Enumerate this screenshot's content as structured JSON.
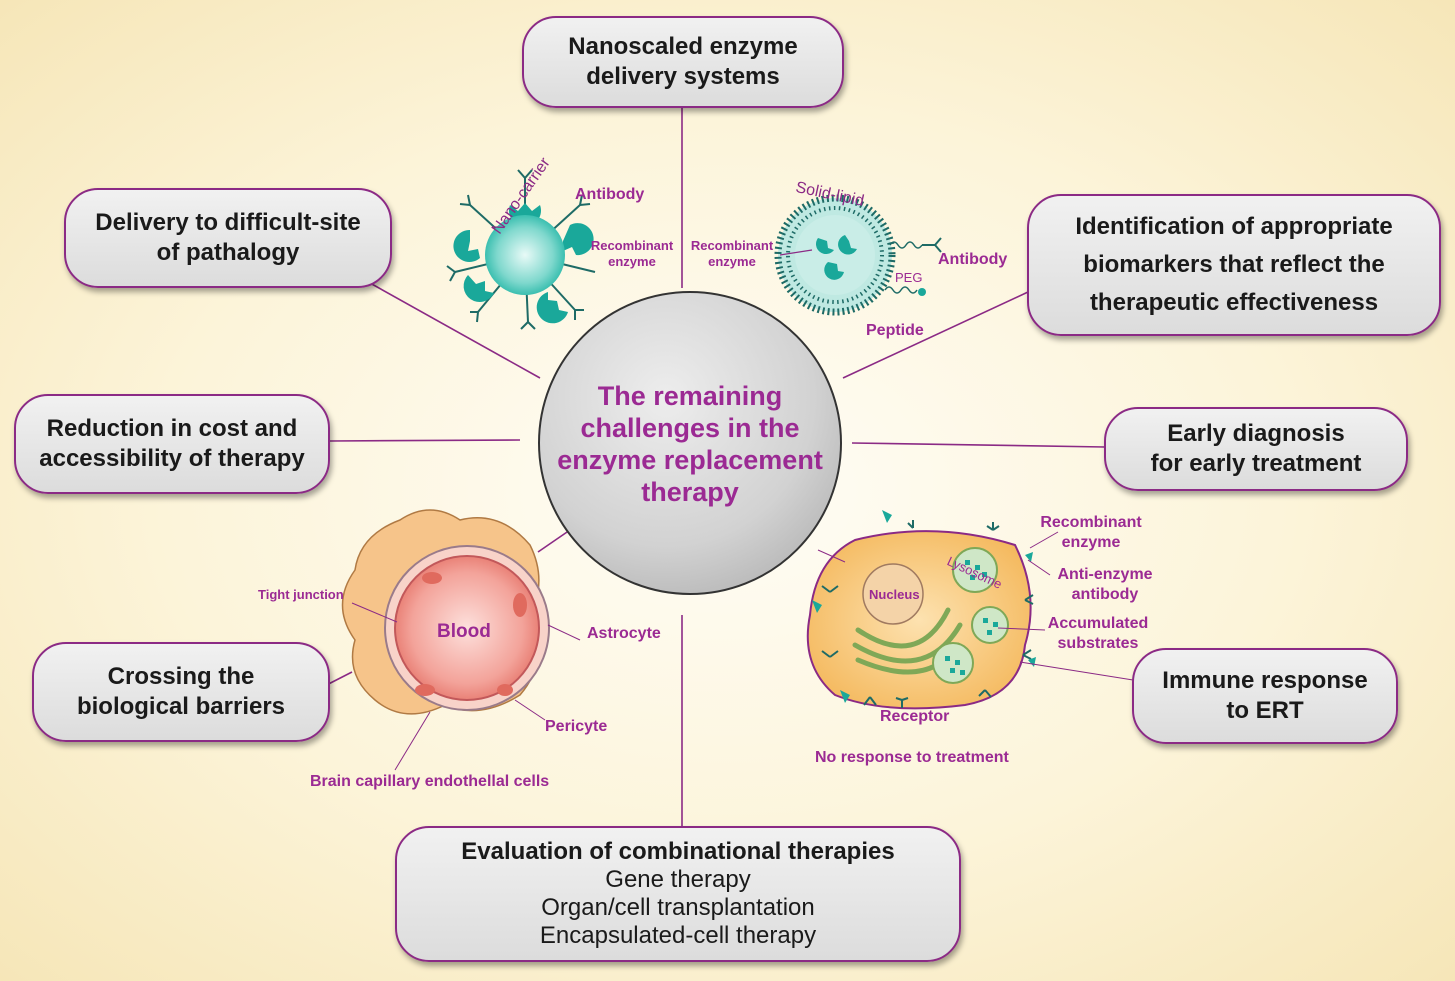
{
  "center": {
    "title": "The remaining challenges in the enzyme replacement therapy"
  },
  "boxes": {
    "nanoscaled": {
      "line1": "Nanoscaled enzyme",
      "line2": "delivery systems"
    },
    "delivery": {
      "line1": "Delivery to difficult-site",
      "line2": "of pathalogy"
    },
    "biomarkers": {
      "line1": "Identification of appropriate",
      "line2": "biomarkers that reflect the",
      "line3": "therapeutic effectiveness"
    },
    "cost": {
      "line1": "Reduction in cost and",
      "line2": "accessibility of therapy"
    },
    "early": {
      "line1": "Early diagnosis",
      "line2": "for early treatment"
    },
    "barriers": {
      "line1": "Crossing the",
      "line2": "biological barriers"
    },
    "immune": {
      "line1": "Immune response",
      "line2": "to ERT"
    },
    "combination": {
      "title": "Evaluation of combinational therapies",
      "items": [
        "Gene therapy",
        "Organ/cell transplantation",
        "Encapsulated-cell therapy"
      ]
    }
  },
  "labels": {
    "nano_carrier": "Nano-carrier",
    "antibody_left": "Antibody",
    "recombinant_left_1": "Recombinant",
    "recombinant_left_2": "enzyme",
    "solid_lipid": "Solid-lipid",
    "recombinant_right_1": "Recombinant",
    "recombinant_right_2": "enzyme",
    "antibody_right": "Antibody",
    "peg": "PEG",
    "peptide": "Peptide",
    "tight_junction": "Tight junction",
    "blood": "Blood",
    "astrocyte": "Astrocyte",
    "pericyte": "Pericyte",
    "endothelial": "Brain capillary endothellal cells",
    "nucleus": "Nucleus",
    "lysosome": "Lysosome",
    "cell_recombinant_1": "Recombinant",
    "cell_recombinant_2": "enzyme",
    "anti_enzyme_1": "Anti-enzyme",
    "anti_enzyme_2": "antibody",
    "accumulated_1": "Accumulated",
    "accumulated_2": "substrates",
    "receptor": "Receptor",
    "no_response": "No response to treatment"
  },
  "colors": {
    "accent": "#9b2a93",
    "teal": "#1aa89a",
    "box_border": "#8b2a85",
    "sphere": "#d6d6d6"
  }
}
